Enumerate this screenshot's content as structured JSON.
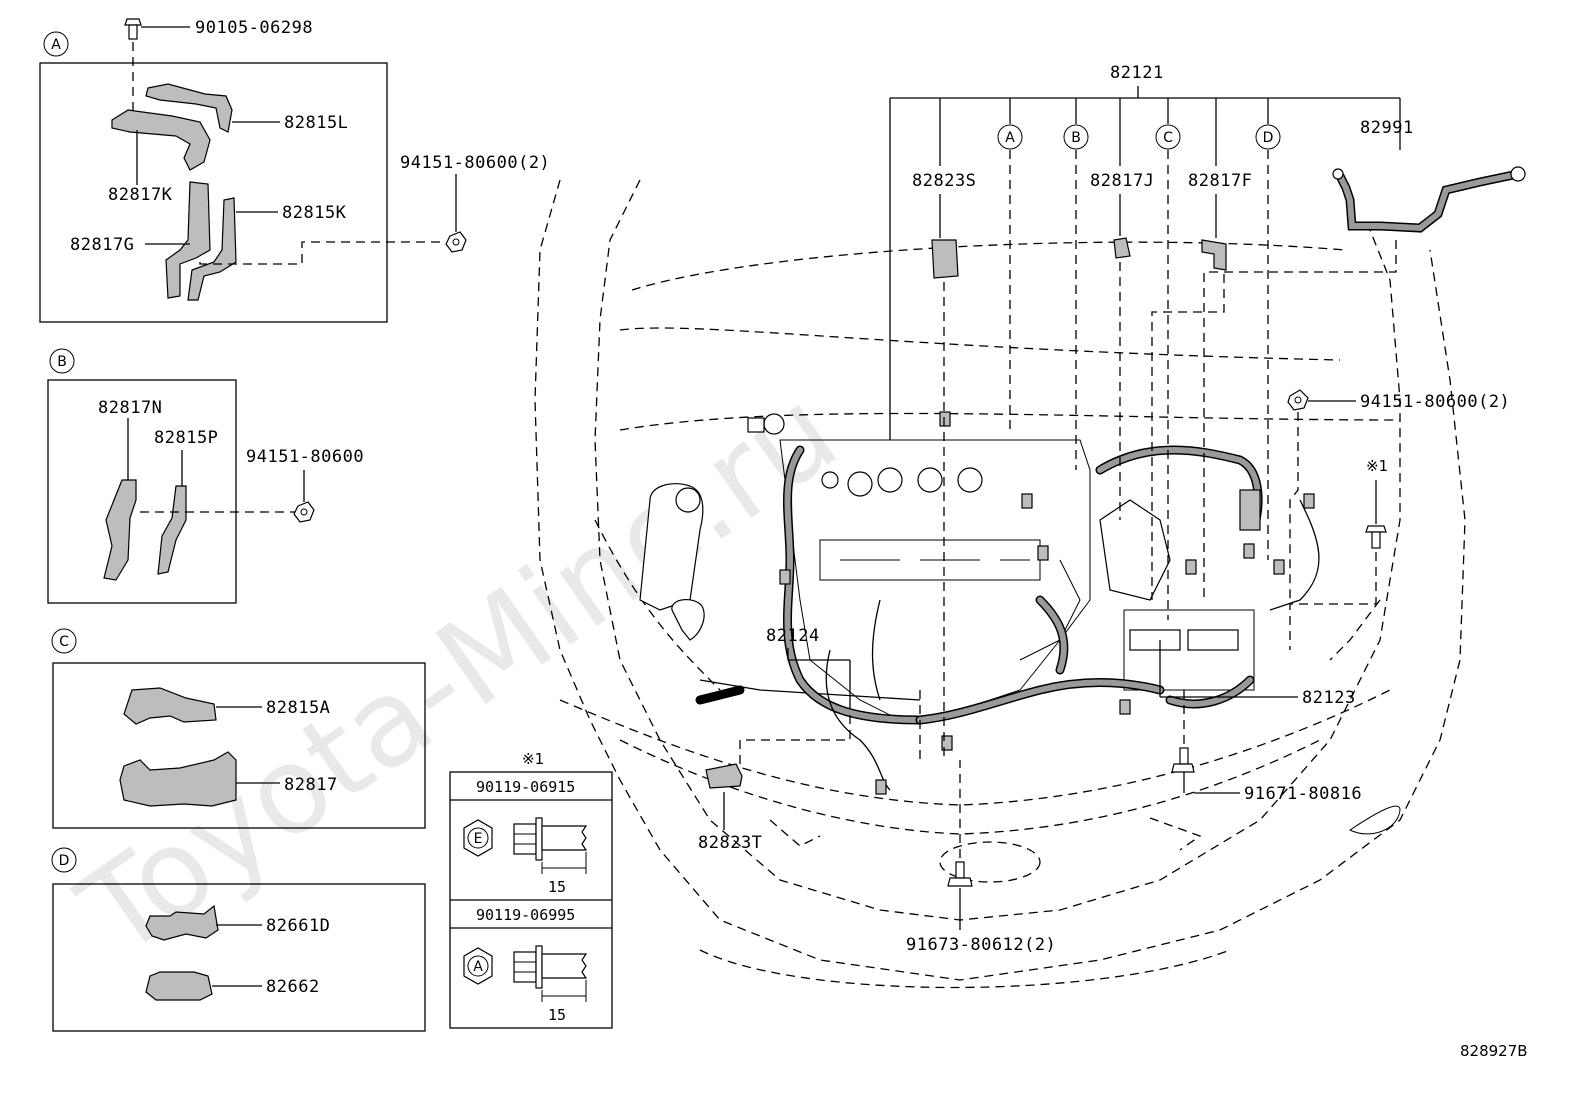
{
  "watermark": "Toyota-Mine.ru",
  "diagram_ref": "828927B",
  "callout_circles": {
    "a": "A",
    "b": "B",
    "c": "C",
    "d": "D"
  },
  "box_a": {
    "bolt": "90105-06298",
    "p1": "82815L",
    "p2": "82817K",
    "p3": "82815K",
    "p4": "82817G"
  },
  "nut_a": "94151-80600(2)",
  "box_b": {
    "p1": "82817N",
    "p2": "82815P",
    "nut": "94151-80600"
  },
  "box_c": {
    "p1": "82815A",
    "p2": "82817"
  },
  "box_d": {
    "p1": "82661D",
    "p2": "82662"
  },
  "bolt_table": {
    "note_mark": "※1",
    "row1_part": "90119-06915",
    "row1_head": "E",
    "row1_len": "15",
    "row2_part": "90119-06995",
    "row2_head": "A",
    "row2_len": "15"
  },
  "main": {
    "harness": "82121",
    "wire": "82991",
    "p_823s": "82823S",
    "p_817j": "82817J",
    "p_817f": "82817F",
    "nut_r": "94151-80600(2)",
    "note_r": "※1",
    "p_124": "82124",
    "p_123": "82123",
    "p_823t": "82823T",
    "bolt_r": "91671-80816",
    "bolt_b": "91673-80612(2)"
  }
}
